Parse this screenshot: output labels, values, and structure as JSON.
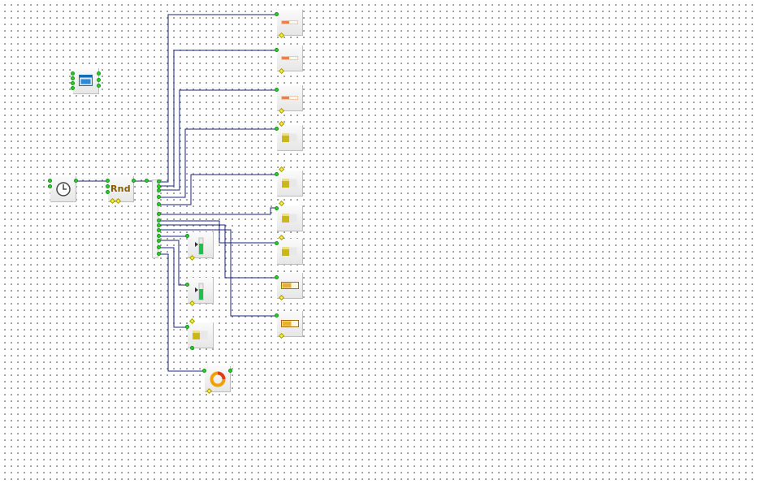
{
  "canvas": {
    "grid": true,
    "background": "#ffffff",
    "grid_dot_color": "#8a8a8a"
  },
  "colors": {
    "wire": "#1a237e",
    "pin": "#2ccf2c",
    "value_pin": "#f4ee4a",
    "block_face": "#ececec"
  },
  "blocks": {
    "window": {
      "icon": "window-icon"
    },
    "timer": {
      "icon": "clock-icon"
    },
    "random": {
      "icon": "rnd-icon",
      "label": "Rnd"
    },
    "h_bars": {
      "count": 3,
      "icon": "horizontal-bar-icon"
    },
    "v_levels": {
      "count": 4,
      "icon": "level-indicator-icon"
    },
    "gauges": {
      "count": 2,
      "icon": "gauge-bar-icon"
    },
    "v_sliders": {
      "count": 2,
      "icon": "vertical-slider-icon"
    },
    "level_small": {
      "count": 1,
      "icon": "level-indicator-icon"
    },
    "ring": {
      "icon": "ring-gauge-icon"
    }
  }
}
